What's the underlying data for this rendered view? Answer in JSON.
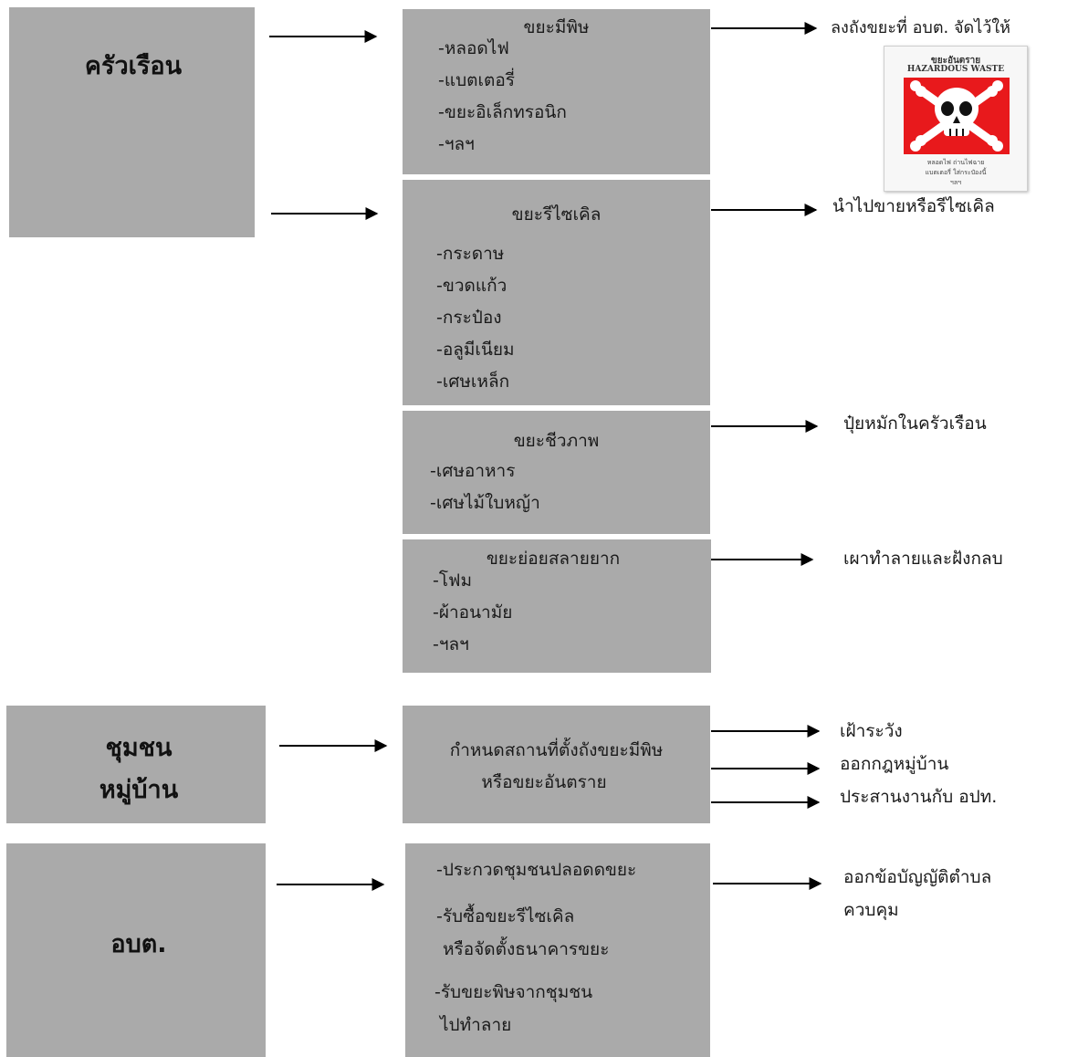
{
  "household": {
    "label": "ครัวเรือน",
    "hazardous": {
      "title": "ขยะมีพิษ",
      "items": [
        "-หลอดไฟ",
        "-แบตเตอรี่",
        "-ขยะอิเล็กทรอนิก",
        "-ฯลฯ"
      ],
      "action": "ลงถังขยะที่ อบต. จัดไว้ให้"
    },
    "recycle": {
      "title": "ขยะรีไซเคิล",
      "items": [
        "-กระดาษ",
        "-ขวดแก้ว",
        "-กระป๋อง",
        "-อลูมีเนียม",
        "-เศษเหล็ก"
      ],
      "action": "นำไปขายหรือรีไซเคิล"
    },
    "organic": {
      "title": "ขยะชีวภาพ",
      "items": [
        "-เศษอาหาร",
        "-เศษไม้ใบหญ้า"
      ],
      "action": "ปุ๋ยหมักในครัวเรือน"
    },
    "nonbio": {
      "title": "ขยะย่อยสลายยาก",
      "items": [
        "-โฟม",
        "-ผ้าอนามัย",
        "-ฯลฯ"
      ],
      "action": "เผาทำลายและฝังกลบ"
    }
  },
  "community": {
    "label_line1": "ชุมชน",
    "label_line2": "หมู่บ้าน",
    "box_line1": "กำหนดสถานที่ตั้งถังขยะมีพิษ",
    "box_line2": "หรือขยะอันตราย",
    "actions": [
      "เฝ้าระวัง",
      "ออกกฎหมู่บ้าน",
      "ประสานงานกับ อปท."
    ]
  },
  "sao": {
    "label": "อบต.",
    "lines": [
      "-ประกวดชุมชนปลอดดขยะ",
      "-รับซื้อขยะรีไซเคิล",
      "หรือจัดตั้งธนาคารขยะ",
      "-รับขยะพิษจากชุมชน",
      "ไปทำลาย"
    ],
    "action_line1": "ออกข้อบัญญัติตำบล",
    "action_line2": "ควบคุม"
  },
  "sign": {
    "title_th": "ขยะอันตราย",
    "title_en": "HAZARDOUS WASTE",
    "footer_line1": "หลอดไฟ ถ่านไฟฉาย",
    "footer_line2": "แบตเตอรี่ ใส่กระป๋องนี้",
    "footer_line3": "ฯลฯ",
    "icon": "skull-and-crossbones",
    "color": "#e8191c"
  },
  "colors": {
    "box": "#aaaaaa",
    "line": "#000000"
  }
}
